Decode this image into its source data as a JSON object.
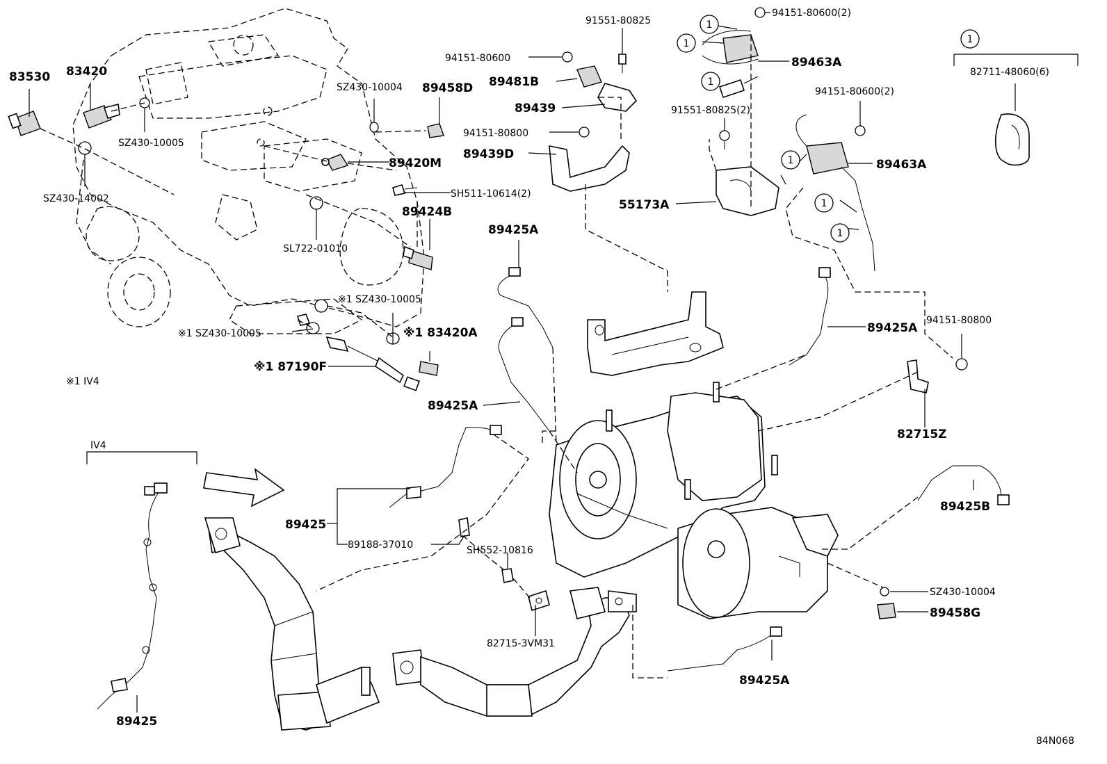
{
  "diagram": {
    "code": "84N068",
    "footnote": "※1 IV4",
    "iv4_bracket_label": "IV4",
    "ref_marker": "1",
    "labels": {
      "p83530": "83530",
      "p83420": "83420",
      "p_sz430_10005_a": "SZ430-10005",
      "p_sz430_14002": "SZ430-14002",
      "p_sz430_10004_a": "SZ430-10004",
      "p89458d": "89458D",
      "p89420m": "89420M",
      "p_sh511": "SH511-10614(2)",
      "p89424b": "89424B",
      "p_sl722": "SL722-01010",
      "p_sz430_10005_b": "※1 SZ430-10005",
      "p_sz430_10005_c": "※1 SZ430-10005",
      "p83420a": "※1 83420A",
      "p87190f": "※1 87190F",
      "p91551_80825": "91551-80825",
      "p94151_80600_a": "94151-80600",
      "p89481b": "89481B",
      "p89439": "89439",
      "p94151_80800_a": "94151-80800",
      "p89439d": "89439D",
      "p94151_80600_2a": "94151-80600(2)",
      "p89463a_a": "89463A",
      "p91551_80825_2": "91551-80825(2)",
      "p55173a": "55173A",
      "p94151_80600_2b": "94151-80600(2)",
      "p89463a_b": "89463A",
      "p82711": "82711-48060(6)",
      "p89425a_top": "89425A",
      "p89425a_mid": "89425A",
      "p89425a_right": "89425A",
      "p94151_80800_b": "94151-80800",
      "p82715z": "82715Z",
      "p89425_mid": "89425",
      "p89188": "89188-37010",
      "p_sh552": "SH552-10816",
      "p82715_3vm31": "82715-3VM31",
      "p89425b": "89425B",
      "p_sz430_10004_b": "SZ430-10004",
      "p89458g": "89458G",
      "p89425a_bottom": "89425A",
      "p89425_iv4": "89425"
    }
  }
}
